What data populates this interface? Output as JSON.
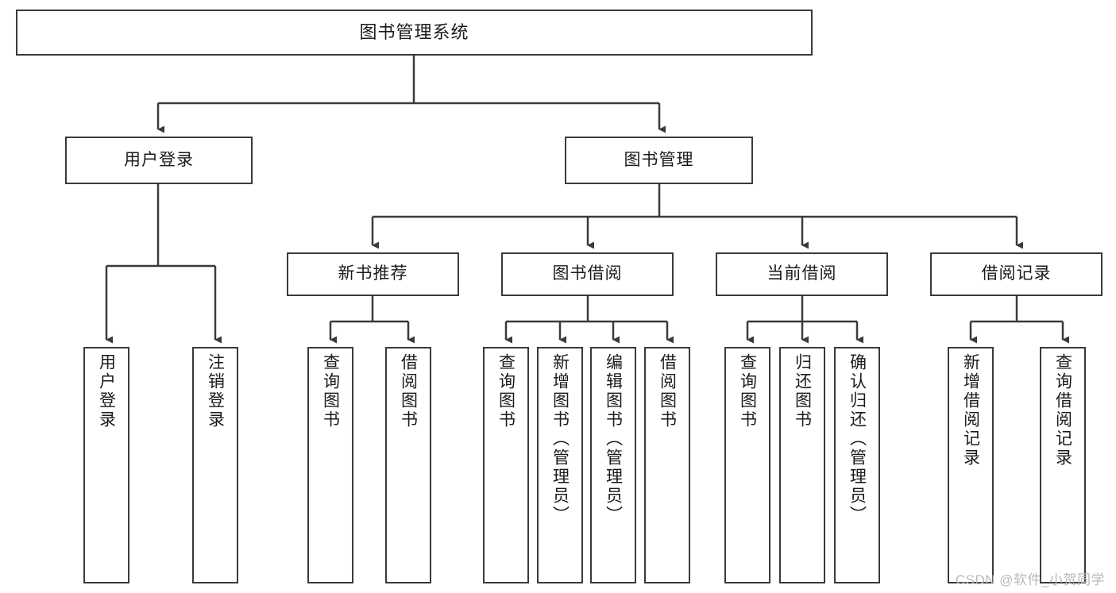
{
  "diagram": {
    "title": "图书管理系统",
    "type": "functional-structure-tree",
    "watermark": "CSDN @软件_小贺同学",
    "colors": {
      "box_border": "#3a3a3a",
      "box_fill": "#ffffff",
      "connector": "#3a3a3a",
      "text": "#1b1b1b",
      "watermark": "#b9b9b9",
      "background": "#ffffff"
    },
    "root": {
      "label": "图书管理系统"
    },
    "level1": [
      {
        "label": "用户登录"
      },
      {
        "label": "图书管理"
      }
    ],
    "level2": [
      {
        "label": "新书推荐"
      },
      {
        "label": "图书借阅"
      },
      {
        "label": "当前借阅"
      },
      {
        "label": "借阅记录"
      }
    ],
    "leaves": {
      "user_login": [
        {
          "label": "用户登录"
        },
        {
          "label": "注销登录"
        }
      ],
      "new_book_recommend": [
        {
          "label": "查询图书"
        },
        {
          "label": "借阅图书"
        }
      ],
      "book_borrow": [
        {
          "label": "查询图书"
        },
        {
          "label": "新增图书（管理员）"
        },
        {
          "label": "编辑图书（管理员）"
        },
        {
          "label": "借阅图书"
        }
      ],
      "current_borrow": [
        {
          "label": "查询图书"
        },
        {
          "label": "归还图书"
        },
        {
          "label": "确认归还（管理员）"
        }
      ],
      "borrow_record": [
        {
          "label": "新增借阅记录"
        },
        {
          "label": "查询借阅记录"
        }
      ]
    }
  }
}
